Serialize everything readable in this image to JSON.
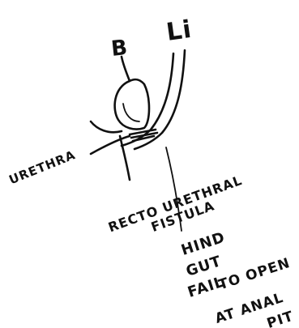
{
  "labels": {
    "bladder": "B",
    "large_intestine": "Li",
    "urethra": "URETHRA",
    "fistula_line1": "RECTO URETHRAL",
    "fistula_line2": "FISTULA",
    "note_line1": "HIND",
    "note_line2": "GUT",
    "note_line3": "FAIL",
    "note_line4": "TO OPEN",
    "note_line5": "AT ANAL",
    "note_line6": "PIT"
  },
  "colors": {
    "ink": "#111111",
    "paper": "#ffffff"
  }
}
